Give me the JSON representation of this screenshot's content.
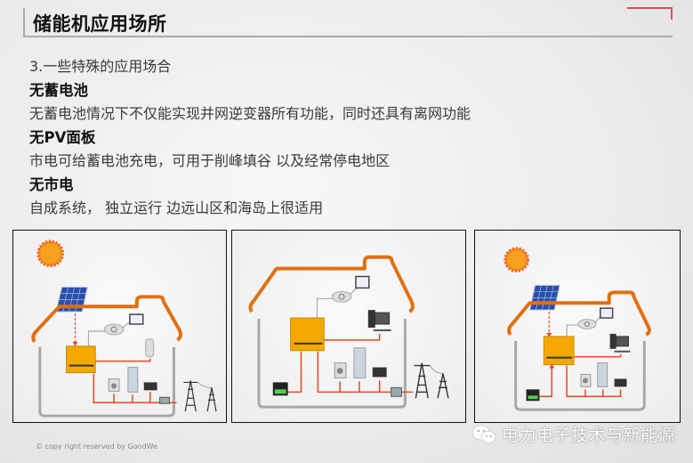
{
  "header": {
    "title": "储能机应用场所",
    "accent_color": "#d9534f"
  },
  "content": {
    "intro": "3.一些特殊的应用场合",
    "sections": [
      {
        "heading": "无蓄电池",
        "text": "无蓄电池情况下不仅能实现并网逆变器所有功能，同时还具有离网功能"
      },
      {
        "heading": "无PV面板",
        "text": "市电可给蓄电池充电，可用于削峰填谷 以及经常停电地区"
      },
      {
        "heading": "无市电",
        "text": "自成系统， 独立运行 边远山区和海岛上很适用"
      }
    ]
  },
  "diagrams": [
    {
      "name": "no-battery",
      "components": [
        "sun",
        "pv-panel",
        "inverter",
        "cloud-monitor",
        "tablet",
        "water-heater",
        "washing-machine",
        "fridge",
        "tv",
        "meter",
        "grid-towers"
      ]
    },
    {
      "name": "no-pv",
      "components": [
        "inverter",
        "cloud-monitor",
        "tablet",
        "computer",
        "battery",
        "washing-machine",
        "fridge",
        "tv",
        "meter",
        "grid-towers"
      ]
    },
    {
      "name": "no-grid",
      "components": [
        "sun",
        "pv-panel",
        "inverter",
        "cloud-monitor",
        "tablet",
        "computer",
        "battery",
        "washing-machine",
        "fridge",
        "tv"
      ]
    }
  ],
  "footer": {
    "copyright": "© copy right reserved by GoodWe",
    "watermark": "电力电子技术与新能源"
  },
  "colors": {
    "roof": "#e07010",
    "wire": "#e8461e",
    "inverter": "#f5a800",
    "wall": "#a8a8a8",
    "panel_blue": "#2a4fb0"
  }
}
